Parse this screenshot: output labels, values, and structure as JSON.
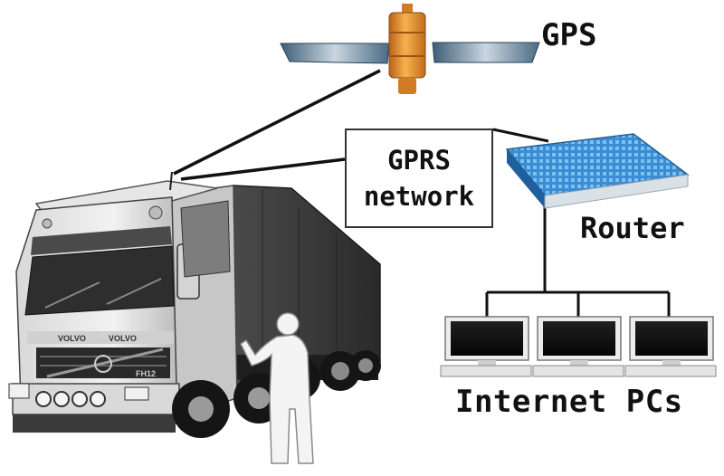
{
  "labels": {
    "gps": "GPS",
    "gprs_line1": "GPRS",
    "gprs_line2": "network",
    "router": "Router",
    "internet_pcs": "Internet PCs"
  },
  "truck": {
    "brand_grille": "VOLVO",
    "brand_cab": "VOLVO",
    "model": "FH12"
  },
  "colors": {
    "satellite_body": "#e8912a",
    "solar_panel": "#5f7e96",
    "router_body": "#3b8fd4",
    "link_line": "#111111",
    "text": "#111111"
  },
  "icons": {
    "satellite": "satellite-icon",
    "router": "router-icon",
    "monitor": "monitor-icon",
    "truck": "truck-icon",
    "person": "person-icon"
  }
}
